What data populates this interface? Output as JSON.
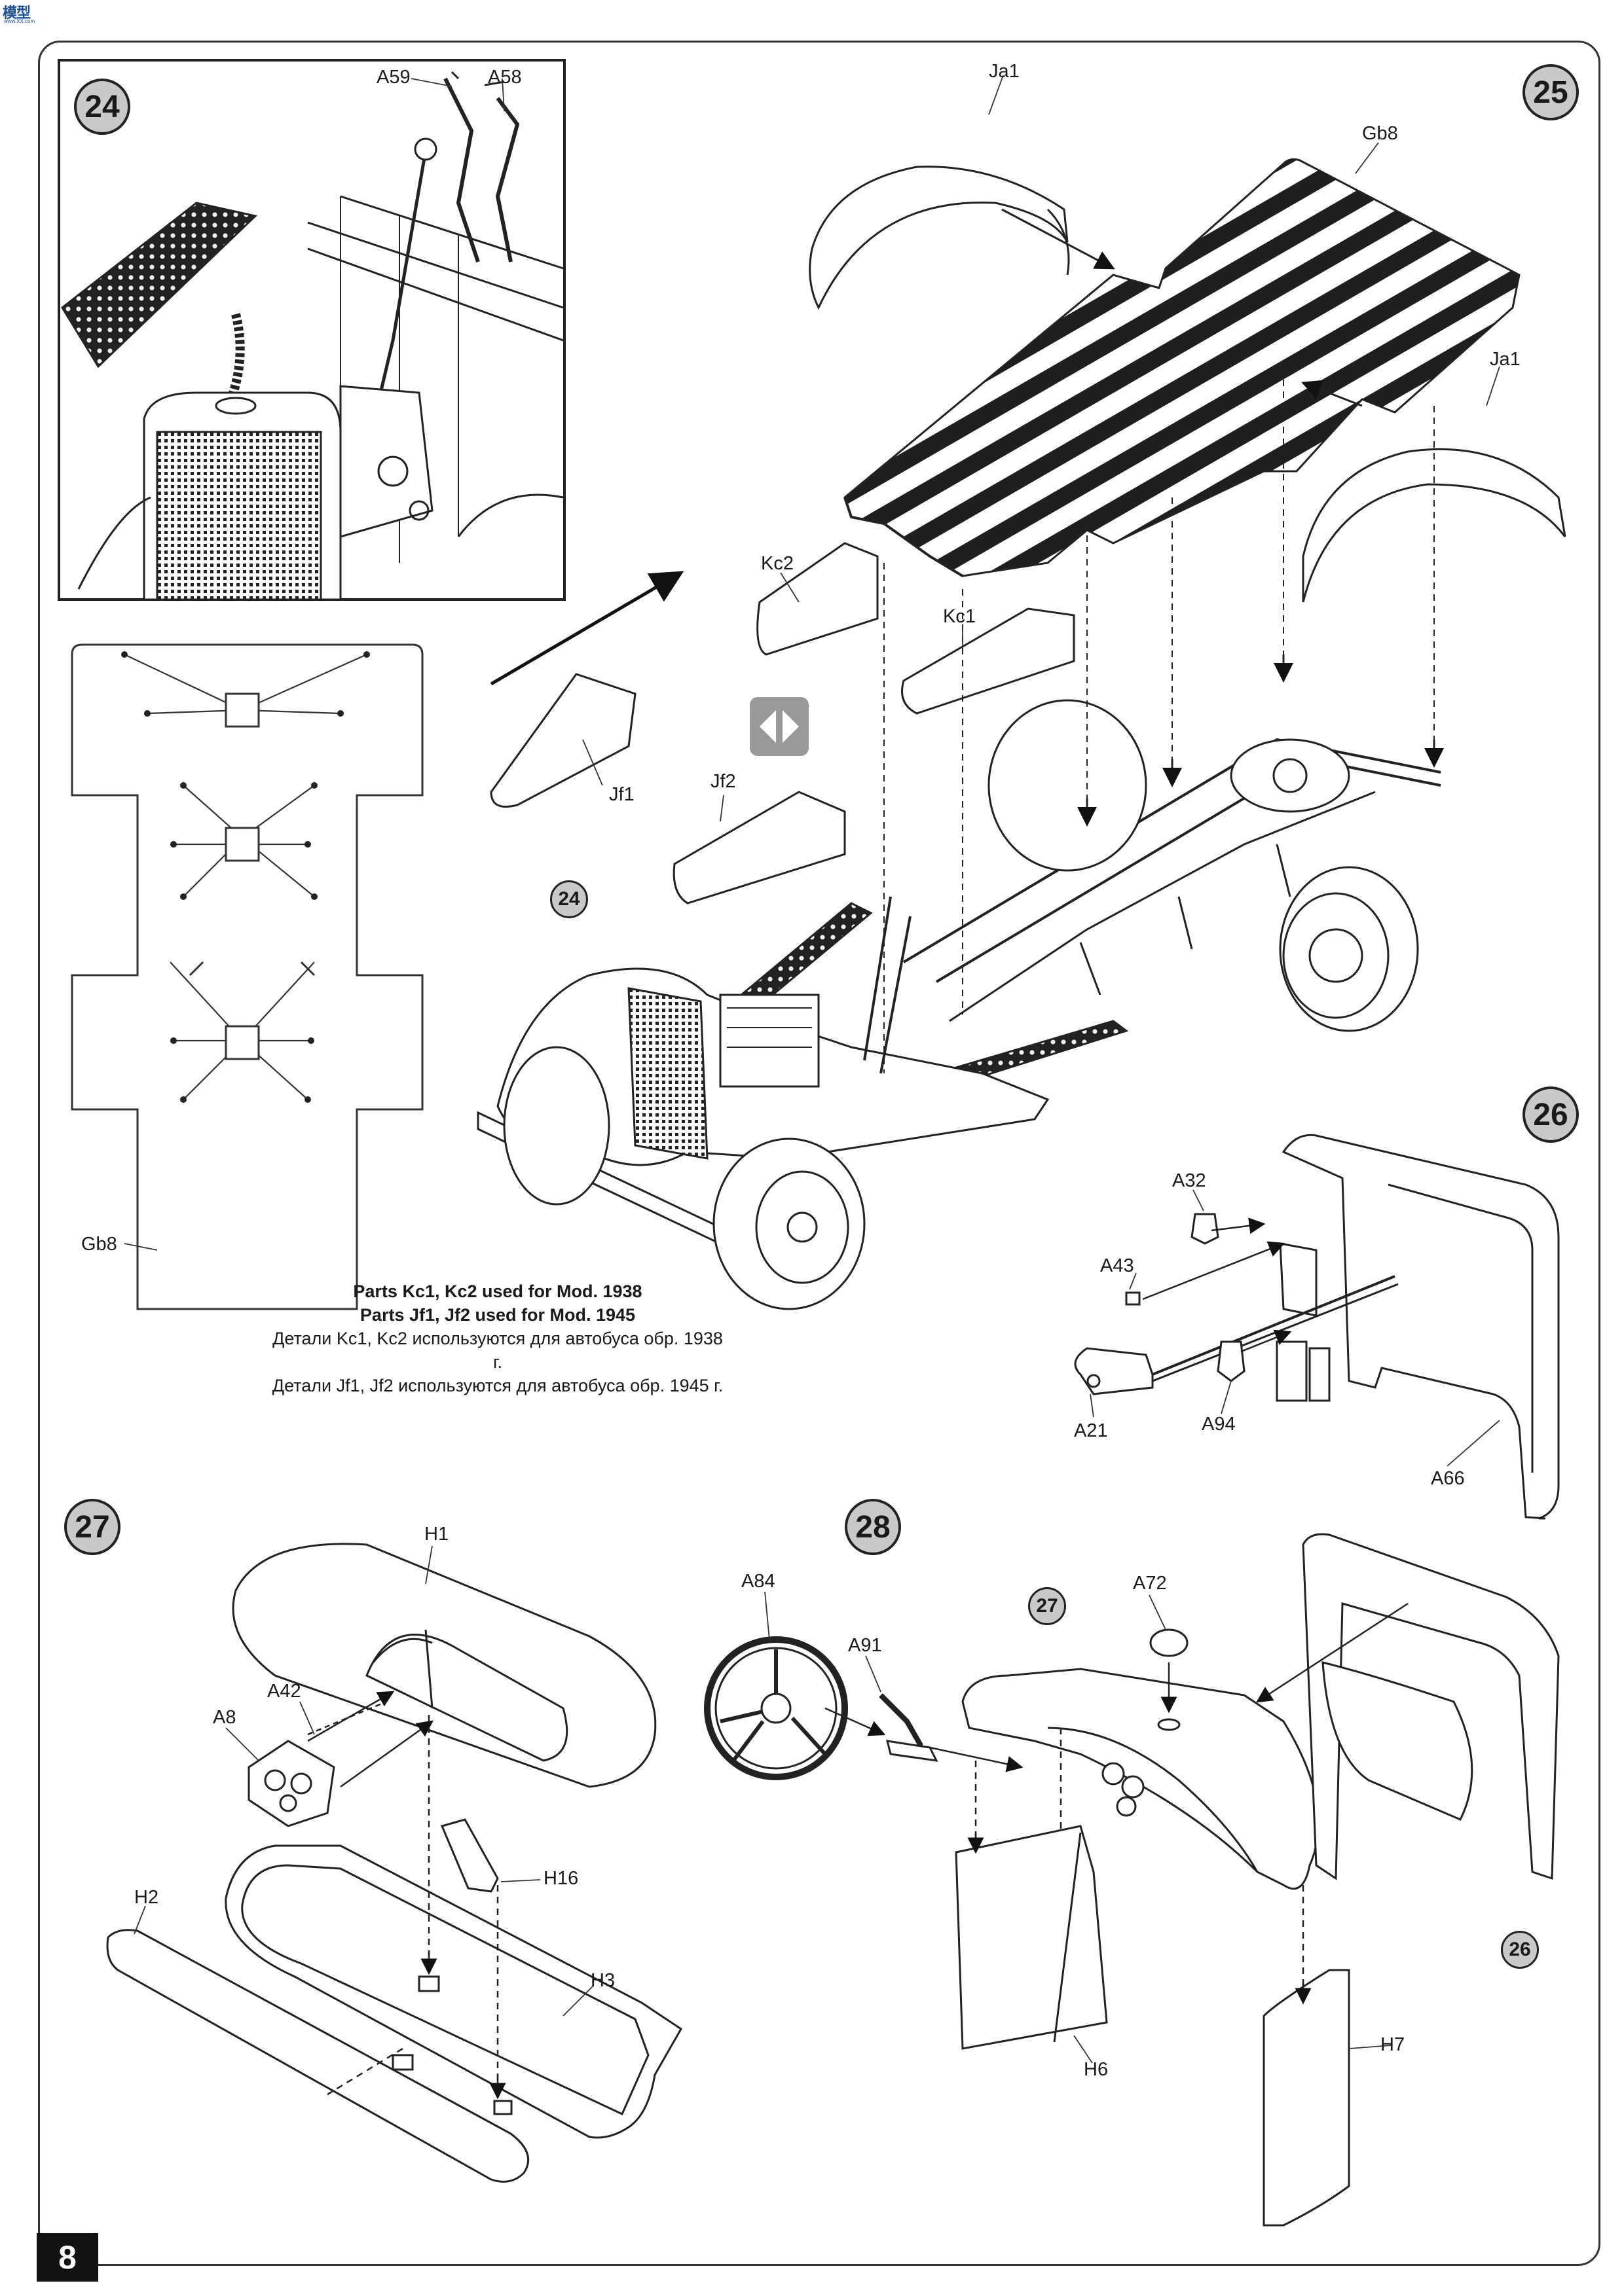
{
  "logo": {
    "text": "模型",
    "sub": "www.XX.com"
  },
  "steps": {
    "s24": "24",
    "s25": "25",
    "s26": "26",
    "s27": "27",
    "s28": "28"
  },
  "substeps": {
    "ref24": "24",
    "ref27": "27",
    "ref26": "26"
  },
  "parts": {
    "A59": "A59",
    "A58": "A58",
    "Ja1_top": "Ja1",
    "Gb8_top": "Gb8",
    "Ja1_right": "Ja1",
    "Kc2": "Kc2",
    "Kc1": "Kc1",
    "Jf1": "Jf1",
    "Jf2": "Jf2",
    "Gb8_plan": "Gb8",
    "A32": "A32",
    "A43": "A43",
    "A21": "A21",
    "A94": "A94",
    "A66": "A66",
    "H1": "H1",
    "A42": "A42",
    "A8": "A8",
    "H16": "H16",
    "H2": "H2",
    "H3": "H3",
    "A84": "A84",
    "A91": "A91",
    "A72": "A72",
    "H6": "H6",
    "H7": "H7"
  },
  "notes": {
    "line1": "Parts Kc1, Kc2 used for Mod. 1938",
    "line2": "Parts Jf1, Jf2 used for Mod. 1945",
    "line3": "Детали Kc1, Kc2 используются для автобуса обр. 1938 г.",
    "line4": "Детали Jf1, Jf2 используются для автобуса обр. 1945 г."
  },
  "page_number": "8"
}
